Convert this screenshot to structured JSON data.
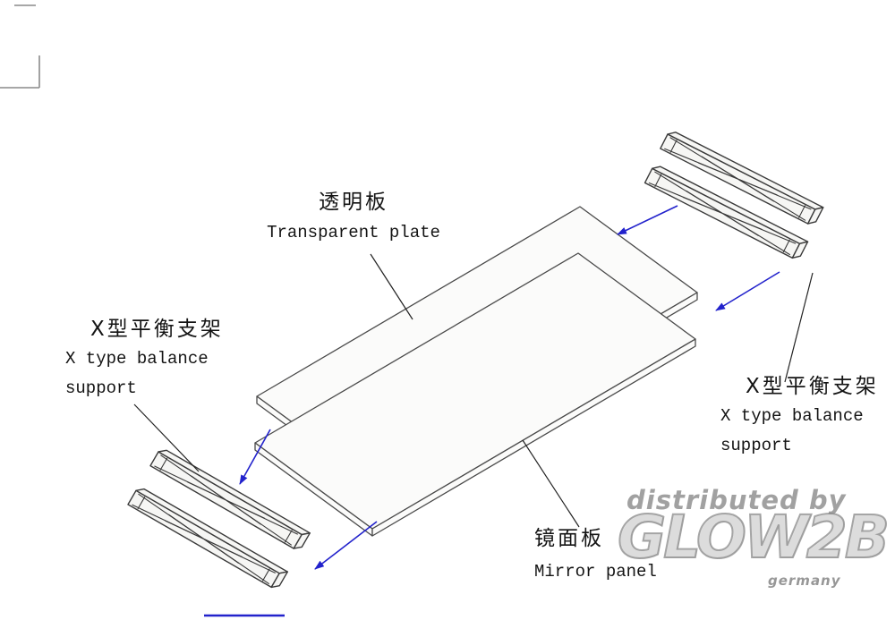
{
  "colors": {
    "line": "#3a3a3a",
    "blue": "#2222cc",
    "watermark": "#919191"
  },
  "labels": {
    "transparent_plate": {
      "zh": "透明板",
      "en": "Transparent plate"
    },
    "left_support": {
      "zh": "X型平衡支架",
      "en_line1": "X type balance",
      "en_line2": "support"
    },
    "right_support": {
      "zh": "X型平衡支架",
      "en_line1": "X type balance",
      "en_line2": "support"
    },
    "mirror_panel": {
      "zh": "镜面板",
      "en": "Mirror panel"
    }
  },
  "watermark": {
    "line1": "distributed by",
    "line2": "GLOW2B",
    "line3": "germany"
  }
}
